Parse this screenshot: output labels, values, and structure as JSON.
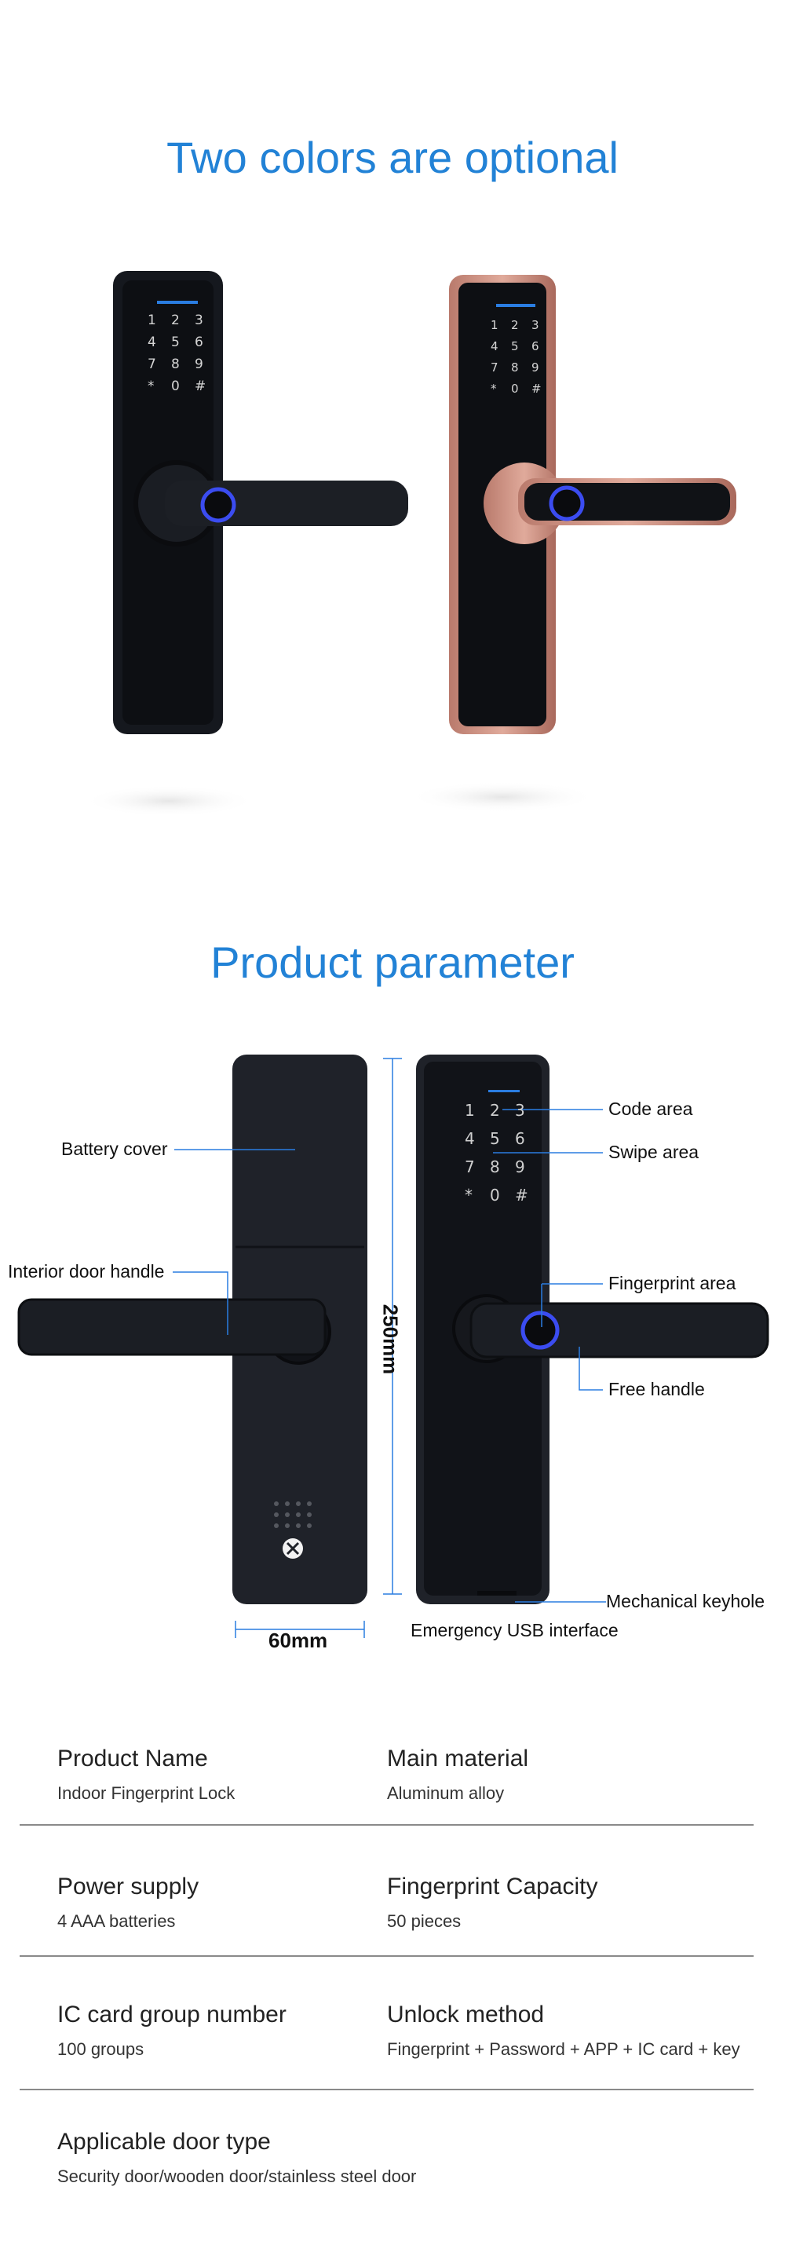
{
  "sections": {
    "colors_title": "Two colors are optional",
    "param_title": "Product parameter"
  },
  "keypad": [
    "1",
    "2",
    "3",
    "4",
    "5",
    "6",
    "7",
    "8",
    "9",
    "*",
    "0",
    "#"
  ],
  "callouts": {
    "battery_cover": "Battery cover",
    "interior_handle": "Interior door handle",
    "code_area": "Code area",
    "swipe_area": "Swipe area",
    "fingerprint_area": "Fingerprint area",
    "free_handle": "Free handle",
    "mechanical_keyhole": "Mechanical keyhole",
    "usb": "Emergency USB interface"
  },
  "dimensions": {
    "height": "250mm",
    "width": "60mm"
  },
  "specs": [
    {
      "name": "Product Name",
      "value": "Indoor Fingerprint Lock"
    },
    {
      "name": "Main material",
      "value": "Aluminum alloy"
    },
    {
      "name": "Power supply",
      "value": "4 AAA batteries"
    },
    {
      "name": "Fingerprint Capacity",
      "value": "50 pieces"
    },
    {
      "name": "IC card group number",
      "value": "100 groups"
    },
    {
      "name": "Unlock method",
      "value": "Fingerprint + Password + APP + IC card + key"
    },
    {
      "name": "Applicable door type",
      "value": "Security door/wooden door/stainless steel door"
    }
  ],
  "colors": {
    "accent": "#2282d6",
    "black_body": "#15181e",
    "rose_gold": "#c48a7d",
    "fingerprint_ring": "#3b4cf0"
  }
}
